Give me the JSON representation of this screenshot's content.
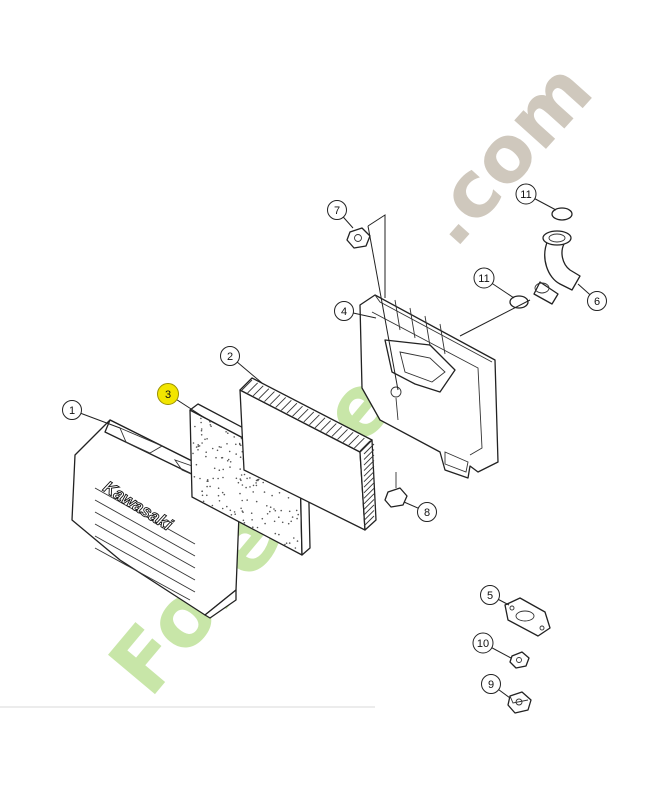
{
  "brand_text": "Kawasaki",
  "watermark": {
    "main": "Forestjen",
    "suffix": ".com",
    "main_color": "#c8e6a8",
    "accent_color": "#f3dc9a",
    "suffix_color": "#cfc8bd"
  },
  "highlight_color": "#f2e500",
  "callouts": [
    {
      "id": "1",
      "label": "1"
    },
    {
      "id": "2",
      "label": "2"
    },
    {
      "id": "3",
      "label": "3",
      "highlighted": true
    },
    {
      "id": "4",
      "label": "4"
    },
    {
      "id": "5",
      "label": "5"
    },
    {
      "id": "6",
      "label": "6"
    },
    {
      "id": "7",
      "label": "7"
    },
    {
      "id": "8",
      "label": "8"
    },
    {
      "id": "9",
      "label": "9"
    },
    {
      "id": "10",
      "label": "10"
    },
    {
      "id": "11a",
      "label": "11"
    },
    {
      "id": "11b",
      "label": "11"
    }
  ]
}
